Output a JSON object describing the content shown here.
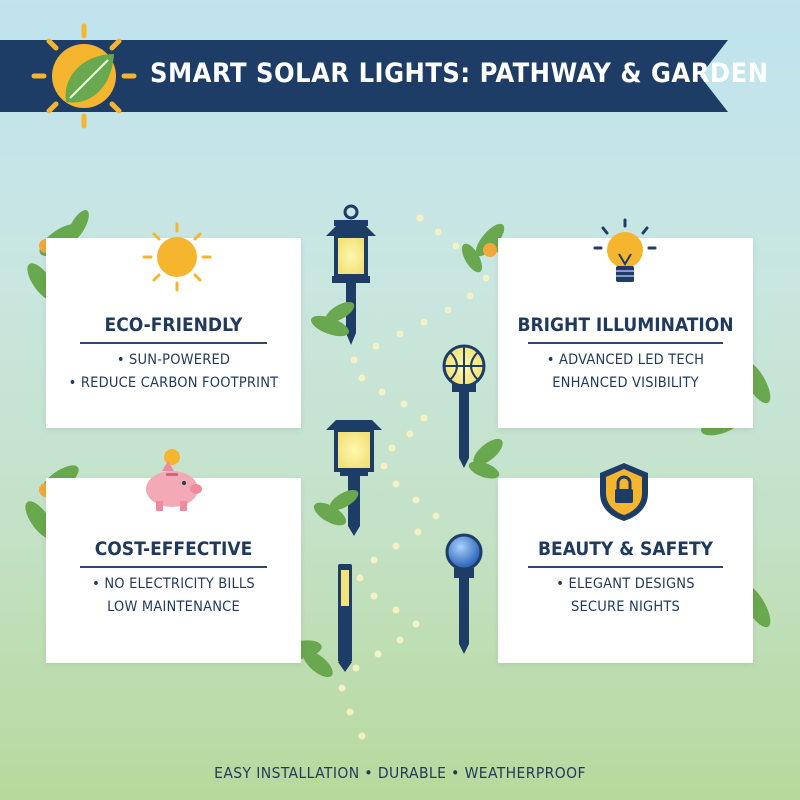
{
  "header": {
    "title": "SMART SOLAR LIGHTS: PATHWAY & GARDEN",
    "logo_icon": "sun-leaf-icon"
  },
  "cards": [
    {
      "title": "ECO-FRIENDLY",
      "icon": "sun-icon",
      "lines": [
        "• SUN-POWERED",
        "• REDUCE CARBON FOOTPRINT"
      ]
    },
    {
      "title": "BRIGHT ILLUMINATION",
      "icon": "lightbulb-icon",
      "lines": [
        "• ADVANCED LED TECH",
        "ENHANCED VISIBILITY"
      ]
    },
    {
      "title": "COST-EFFECTIVE",
      "icon": "piggy-bank-icon",
      "lines": [
        "• NO ELECTRICITY BILLS",
        "LOW MAINTENANCE"
      ]
    },
    {
      "title": "BEAUTY & SAFETY",
      "icon": "shield-lock-icon",
      "lines": [
        "• ELEGANT DESIGNS",
        "SECURE NIGHTS"
      ]
    }
  ],
  "footer": {
    "text": "EASY INSTALLATION • DURABLE • WEATHERPROOF"
  },
  "colors": {
    "navy": "#1f3a5c",
    "banner": "#1e3d66",
    "sun": "#f6b52e",
    "leaf": "#6aa84f",
    "flower": "#f2a93b"
  }
}
